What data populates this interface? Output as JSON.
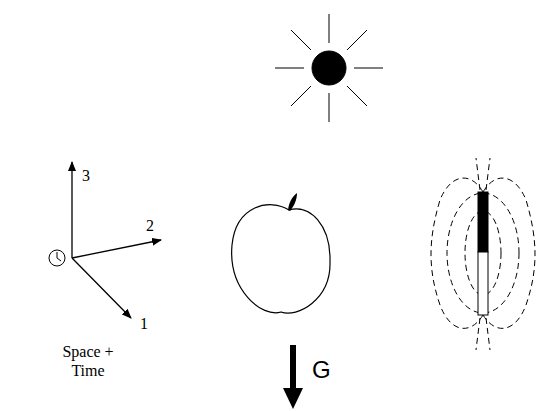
{
  "diagram": {
    "labels": [
      "3",
      "2",
      "1",
      "Space + Time",
      "G"
    ]
  }
}
